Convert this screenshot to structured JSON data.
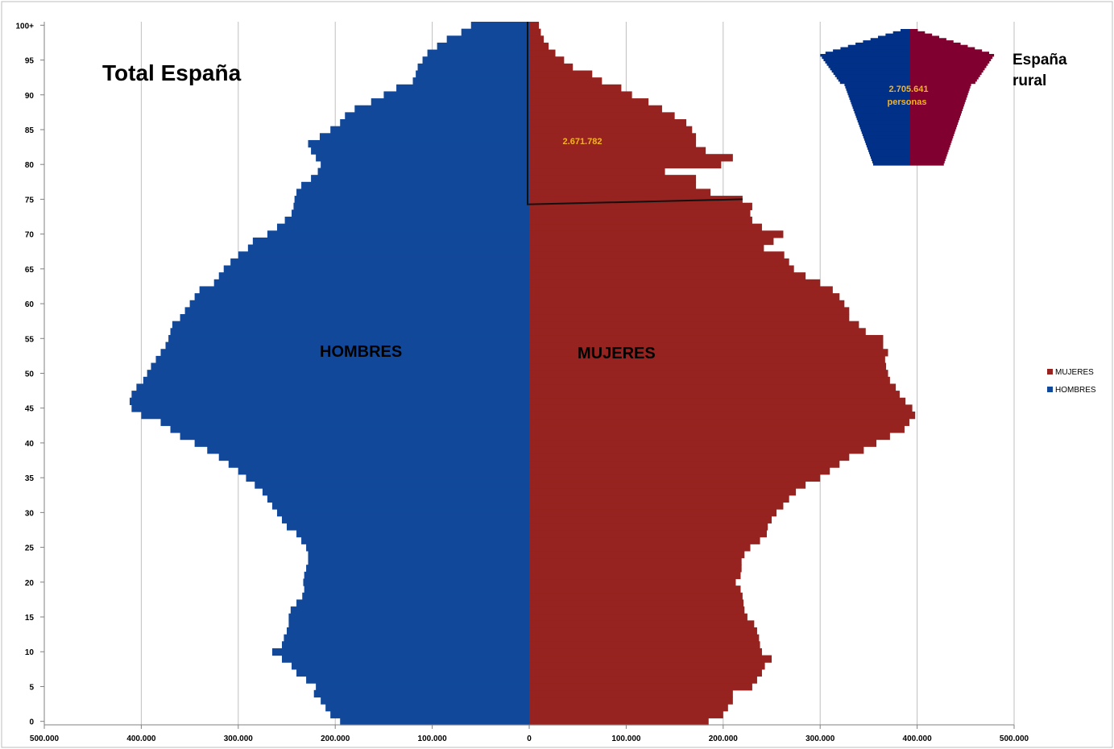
{
  "chart_data": {
    "type": "bar",
    "orientation": "horizontal",
    "subtype": "population-pyramid",
    "title": "Total España",
    "xlim": [
      -500000,
      500000
    ],
    "x_ticks": [
      -500000,
      -400000,
      -300000,
      -200000,
      -100000,
      0,
      100000,
      200000,
      300000,
      400000,
      500000
    ],
    "x_tick_labels": [
      "500.000",
      "400.000",
      "300.000",
      "200.000",
      "100.000",
      "0",
      "100.000",
      "200.000",
      "300.000",
      "400.000",
      "500.000"
    ],
    "y_tick_labels": [
      "0",
      "5",
      "10",
      "15",
      "20",
      "25",
      "30",
      "35",
      "40",
      "45",
      "50",
      "55",
      "60",
      "65",
      "70",
      "75",
      "80",
      "85",
      "90",
      "95",
      "100+"
    ],
    "grid": "vertical",
    "legend_position": "right",
    "categories": [
      "0",
      "1",
      "2",
      "3",
      "4",
      "5",
      "6",
      "7",
      "8",
      "9",
      "10",
      "11",
      "12",
      "13",
      "14",
      "15",
      "16",
      "17",
      "18",
      "19",
      "20",
      "21",
      "22",
      "23",
      "24",
      "25",
      "26",
      "27",
      "28",
      "29",
      "30",
      "31",
      "32",
      "33",
      "34",
      "35",
      "36",
      "37",
      "38",
      "39",
      "40",
      "41",
      "42",
      "43",
      "44",
      "45",
      "46",
      "47",
      "48",
      "49",
      "50",
      "51",
      "52",
      "53",
      "54",
      "55",
      "56",
      "57",
      "58",
      "59",
      "60",
      "61",
      "62",
      "63",
      "64",
      "65",
      "66",
      "67",
      "68",
      "69",
      "70",
      "71",
      "72",
      "73",
      "74",
      "75",
      "76",
      "77",
      "78",
      "79",
      "80",
      "81",
      "82",
      "83",
      "84",
      "85",
      "86",
      "87",
      "88",
      "89",
      "90",
      "91",
      "92",
      "93",
      "94",
      "95",
      "96",
      "97",
      "98",
      "99",
      "100+"
    ],
    "series": [
      {
        "name": "MUJERES",
        "color": "#96231f",
        "values": [
          185000,
          200000,
          205000,
          210000,
          210000,
          230000,
          235000,
          240000,
          243000,
          250000,
          240000,
          238000,
          237000,
          235000,
          232000,
          225000,
          222000,
          221000,
          220000,
          218000,
          213000,
          218000,
          219000,
          219000,
          222000,
          228000,
          238000,
          245000,
          246000,
          250000,
          255000,
          262000,
          268000,
          275000,
          285000,
          300000,
          310000,
          320000,
          330000,
          345000,
          358000,
          372000,
          387000,
          392000,
          398000,
          395000,
          388000,
          382000,
          378000,
          372000,
          370000,
          368000,
          367000,
          370000,
          365000,
          365000,
          347000,
          340000,
          330000,
          330000,
          325000,
          320000,
          313000,
          300000,
          285000,
          273000,
          268000,
          263000,
          242000,
          252000,
          262000,
          240000,
          230000,
          228000,
          230000,
          220000,
          187000,
          172000,
          172000,
          140000,
          198000,
          210000,
          182000,
          172000,
          172000,
          168000,
          162000,
          150000,
          137000,
          123000,
          106000,
          95000,
          75000,
          65000,
          45000,
          36000,
          27000,
          20000,
          15000,
          12000,
          10000
        ],
        "annotation": "MUJERES"
      },
      {
        "name": "HOMBRES",
        "color": "#11489a",
        "values": [
          195000,
          205000,
          210000,
          215000,
          222000,
          220000,
          230000,
          240000,
          245000,
          255000,
          265000,
          255000,
          253000,
          250000,
          248000,
          248000,
          246000,
          240000,
          234000,
          232000,
          233000,
          232000,
          230000,
          228000,
          228000,
          230000,
          235000,
          240000,
          250000,
          255000,
          260000,
          265000,
          270000,
          275000,
          283000,
          292000,
          300000,
          310000,
          320000,
          332000,
          345000,
          360000,
          370000,
          380000,
          400000,
          410000,
          412000,
          410000,
          405000,
          398000,
          394000,
          390000,
          385000,
          380000,
          375000,
          372000,
          370000,
          368000,
          360000,
          355000,
          350000,
          345000,
          340000,
          325000,
          320000,
          315000,
          308000,
          300000,
          290000,
          285000,
          270000,
          260000,
          252000,
          245000,
          243000,
          242000,
          240000,
          235000,
          225000,
          218000,
          215000,
          220000,
          225000,
          228000,
          216000,
          205000,
          195000,
          190000,
          180000,
          163000,
          150000,
          137000,
          120000,
          117000,
          115000,
          110000,
          105000,
          95000,
          85000,
          70000,
          60000
        ],
        "annotation": "HOMBRES"
      }
    ],
    "highlight": {
      "label": "2.671.782",
      "age_from": "75",
      "age_to": "100+"
    },
    "inset": {
      "title": "España rural",
      "total_label": "2.705.641",
      "total_unit": "personas",
      "colors": {
        "MUJERES": "#800030",
        "HOMBRES": "#003087"
      }
    }
  },
  "colors": {
    "mujeres": "#96231f",
    "hombres": "#11489a",
    "inset_mujeres": "#800030",
    "inset_hombres": "#003087",
    "highlight_text": "#f5b324",
    "grid": "#bfbfbf"
  }
}
